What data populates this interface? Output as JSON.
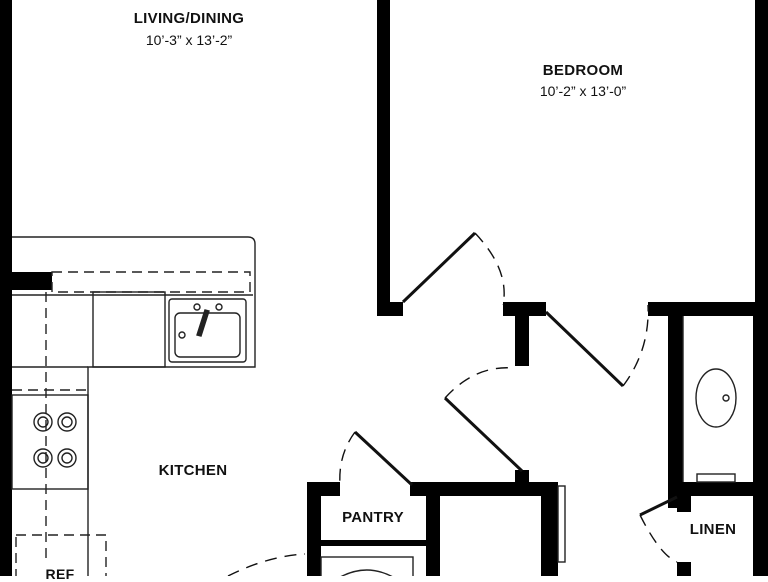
{
  "rooms": {
    "living_dining": {
      "name": "LIVING/DINING",
      "dims": "10’-3” x 13’-2”"
    },
    "bedroom": {
      "name": "BEDROOM",
      "dims": "10’-2” x 13’-0”"
    },
    "kitchen": {
      "name": "KITCHEN"
    },
    "pantry": {
      "name": "PANTRY"
    },
    "linen": {
      "name": "LINEN"
    },
    "refrigerator": {
      "name": "REF"
    }
  },
  "colors": {
    "wall": "#000000",
    "fixture": "#222222",
    "background": "#ffffff"
  }
}
